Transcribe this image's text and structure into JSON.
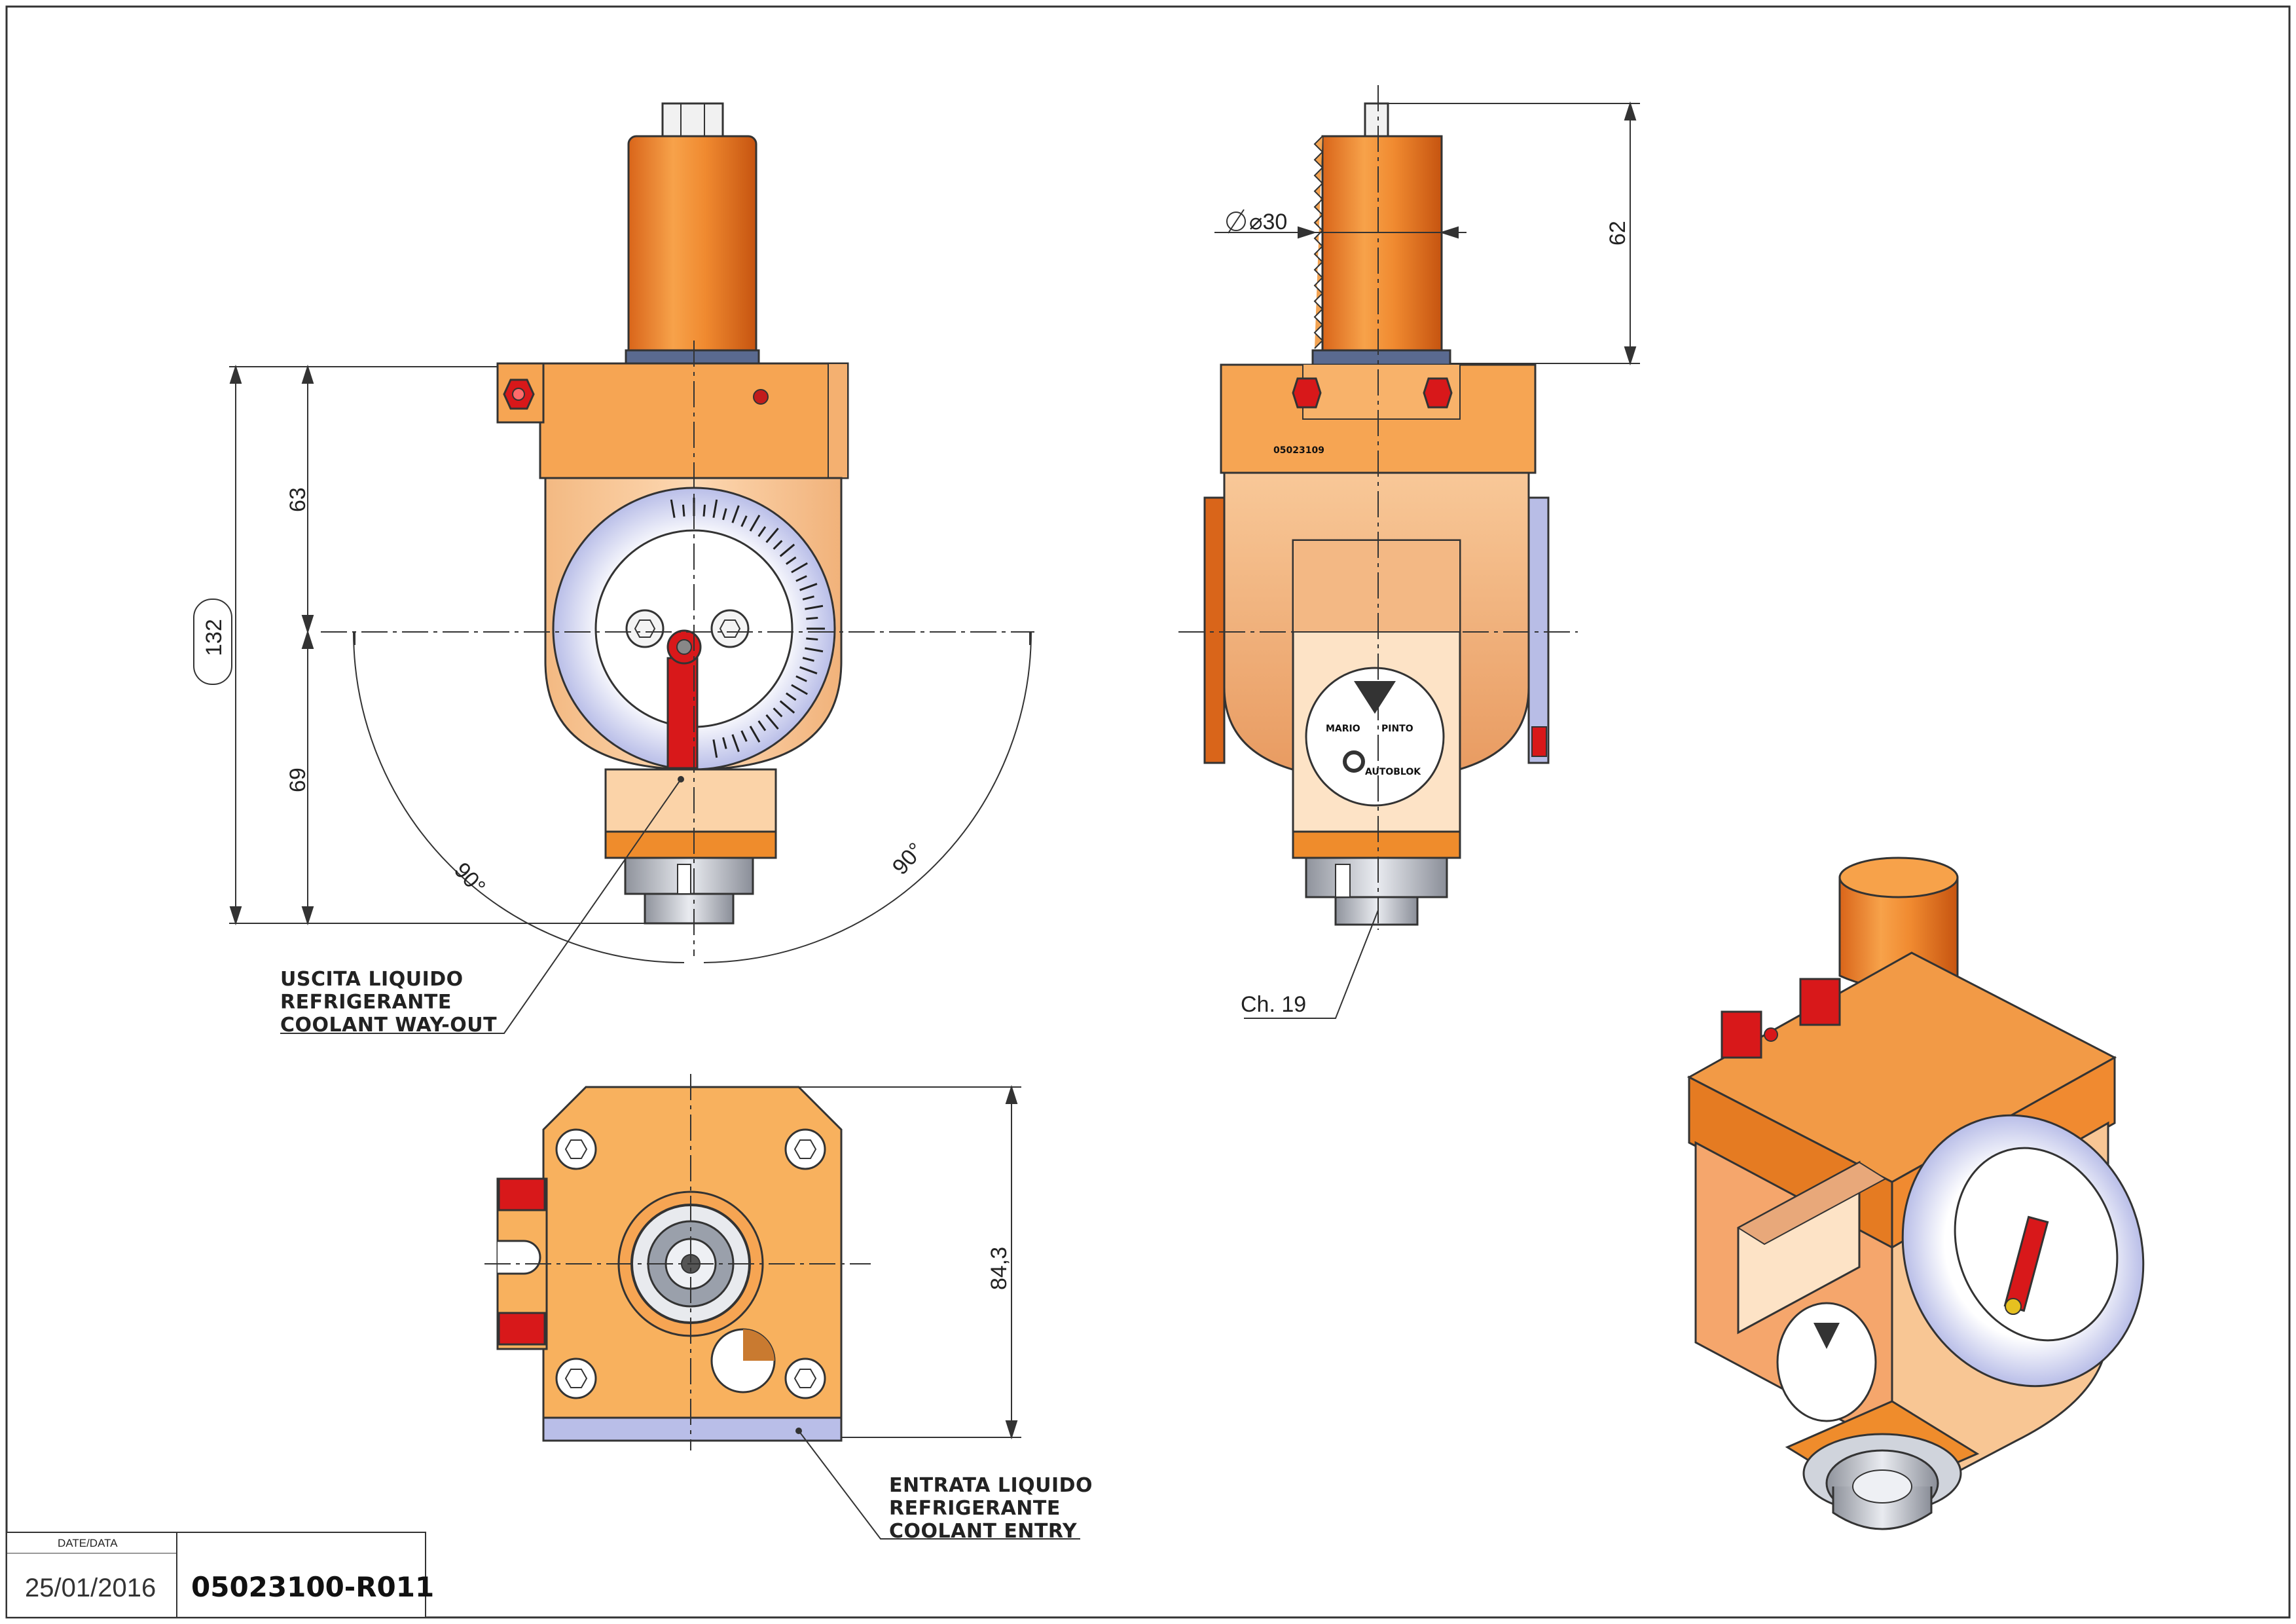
{
  "dimensions": {
    "total_height": "132",
    "upper_height": "63",
    "lower_height": "69",
    "angle_left": "90°",
    "angle_right": "90°",
    "shaft_diameter": "30",
    "shaft_length": "62",
    "wrench_size": "Ch. 19",
    "base_height": "84,3"
  },
  "callouts": {
    "coolant_out": [
      "USCITA LIQUIDO",
      "REFRIGERANTE",
      "COOLANT WAY-OUT"
    ],
    "coolant_in": [
      "ENTRATA LIQUIDO",
      "REFRIGERANTE",
      "COOLANT ENTRY"
    ]
  },
  "part_marking": "05023109",
  "logo": {
    "brand_left": "MARIO",
    "brand_right": "PINTO",
    "brand2": "AUTOBLOK"
  },
  "title_block": {
    "date_label": "DATE/DATA",
    "date": "25/01/2016",
    "drawing_number": "05023100-R011"
  },
  "colors": {
    "orange": "#e88a2c",
    "light_orange": "#f6b36a",
    "pale": "#fbd3a8",
    "red": "#d8181a",
    "steel": "#c8ccd6"
  }
}
